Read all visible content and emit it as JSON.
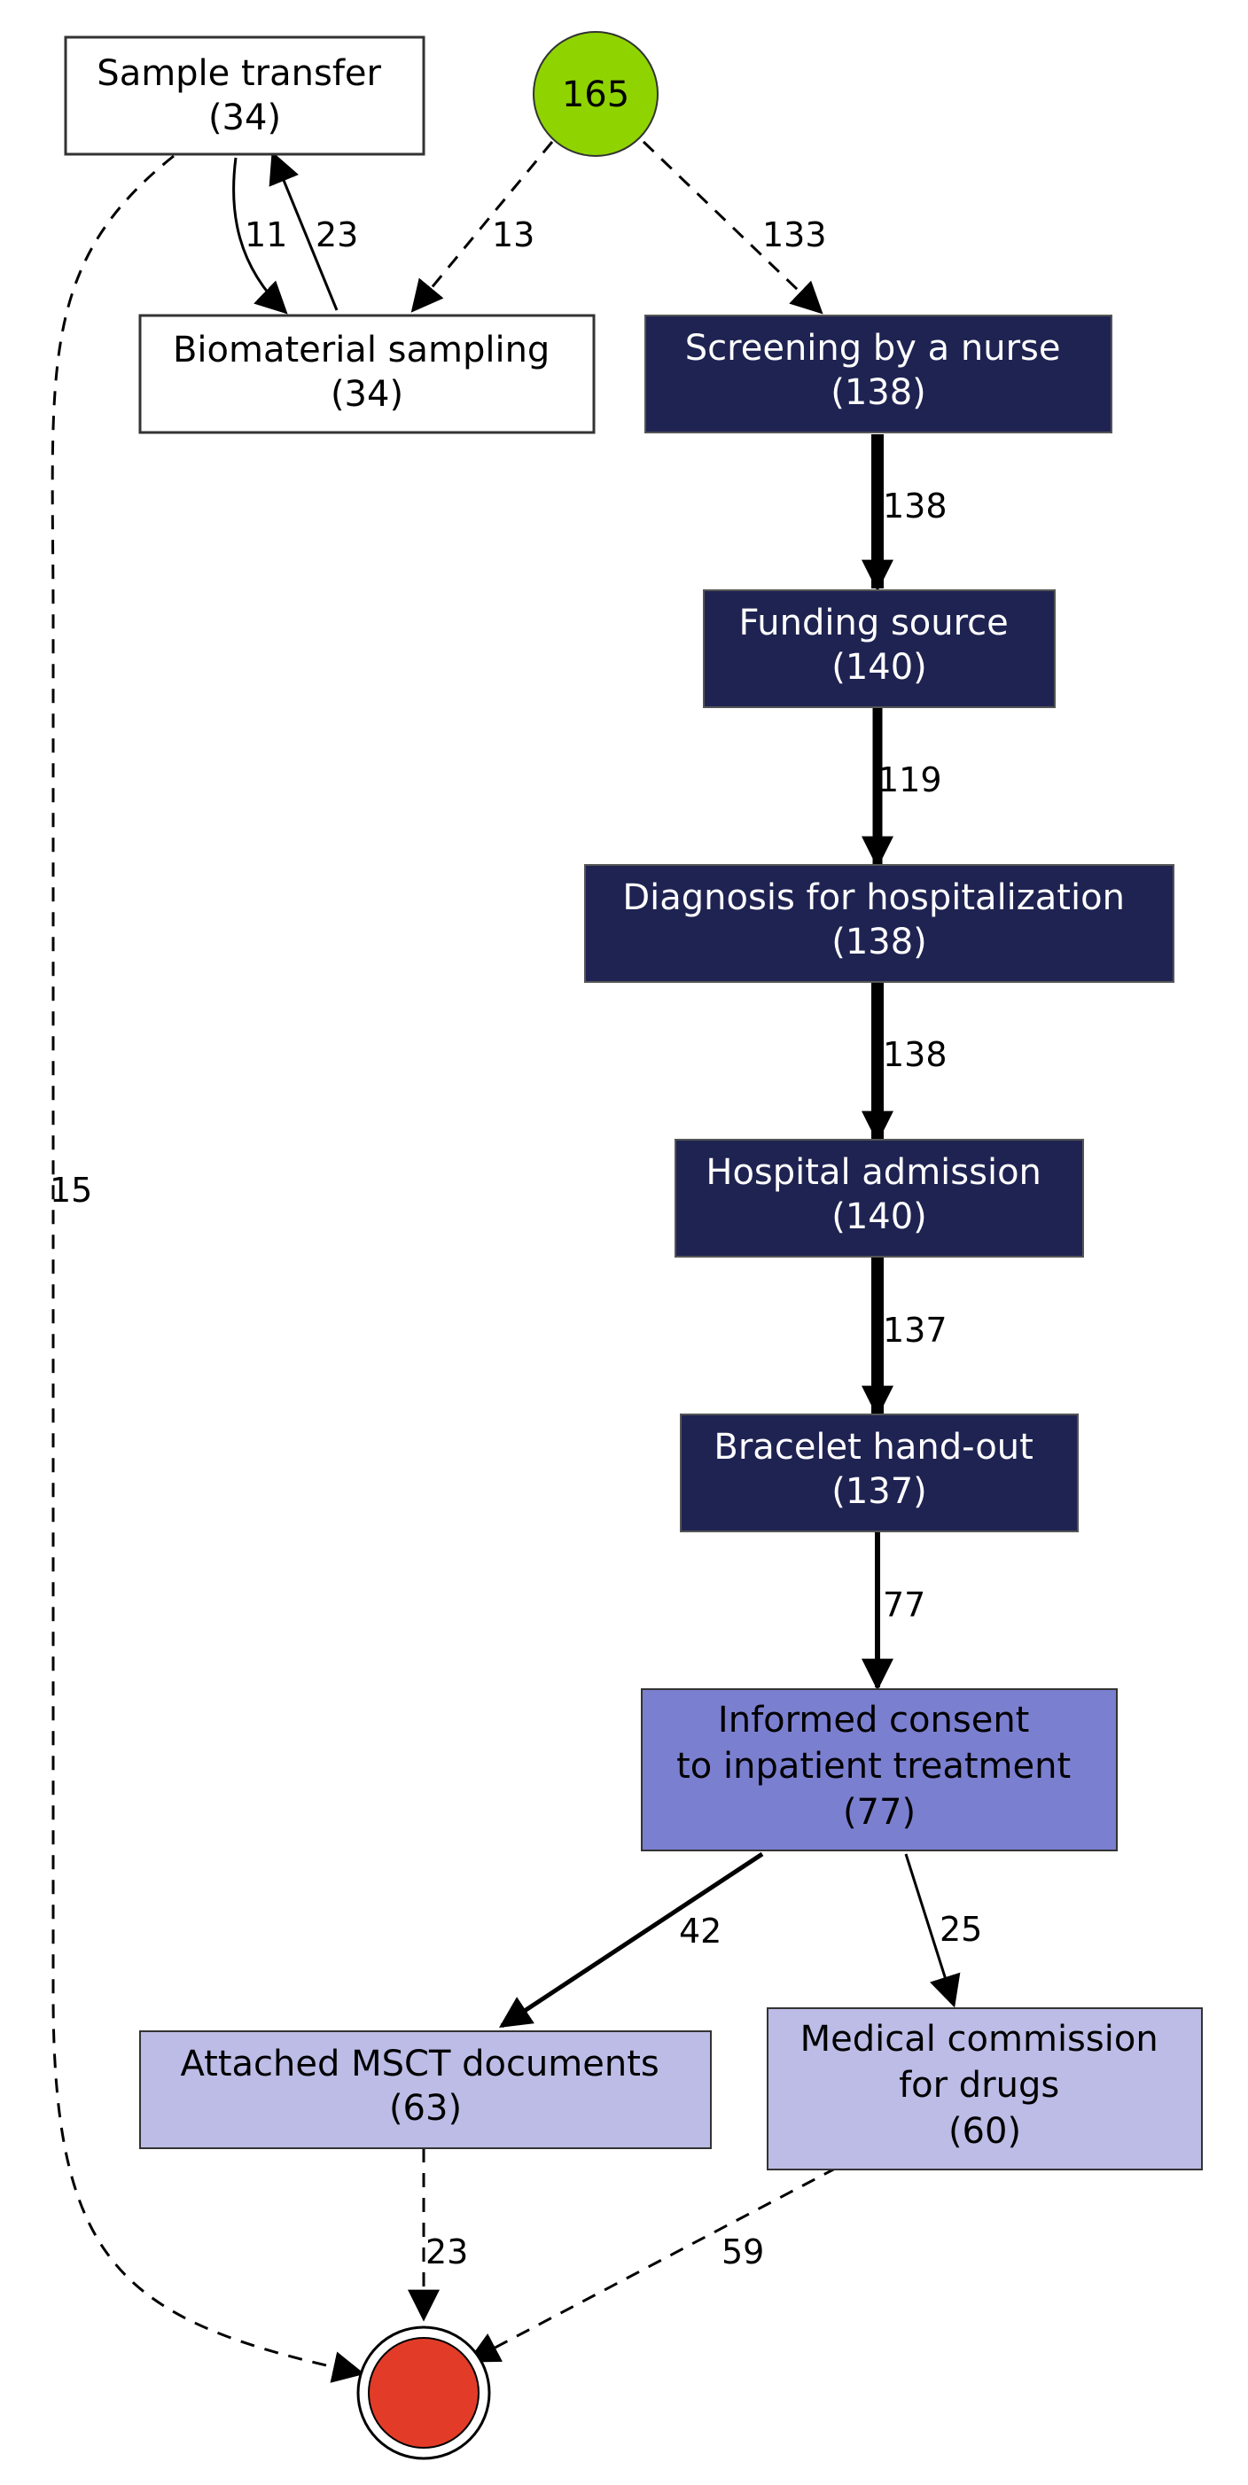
{
  "colors": {
    "dark_node": "#1f2352",
    "medium_node": "#7b7fcf",
    "light_node": "#bcbce6",
    "white_node": "#ffffff",
    "start_node": "#8fd400",
    "end_node": "#e23c28",
    "edge": "#000000"
  },
  "start": {
    "count": "165"
  },
  "nodes": {
    "sample_transfer": {
      "lines": [
        "Sample transfer",
        "(34)"
      ]
    },
    "biomaterial_sampling": {
      "lines": [
        "Biomaterial sampling",
        "(34)"
      ]
    },
    "screening_nurse": {
      "lines": [
        "Screening by a nurse",
        "(138)"
      ]
    },
    "funding_source": {
      "lines": [
        "Funding source",
        "(140)"
      ]
    },
    "diagnosis_hospitalization": {
      "lines": [
        "Diagnosis for hospitalization",
        "(138)"
      ]
    },
    "hospital_admission": {
      "lines": [
        "Hospital admission",
        "(140)"
      ]
    },
    "bracelet_handout": {
      "lines": [
        "Bracelet hand-out",
        "(137)"
      ]
    },
    "informed_consent": {
      "lines": [
        "Informed consent",
        "to inpatient treatment",
        "(77)"
      ]
    },
    "attached_msct": {
      "lines": [
        "Attached MSCT documents",
        "(63)"
      ]
    },
    "medical_commission": {
      "lines": [
        "Medical commission",
        "for drugs",
        "(60)"
      ]
    }
  },
  "edges": {
    "start_to_biomaterial": "13",
    "start_to_screening": "133",
    "sample_to_biomaterial": "11",
    "biomaterial_to_sample": "23",
    "sample_to_end": "15",
    "screening_to_funding": "138",
    "funding_to_diagnosis": "119",
    "diagnosis_to_admission": "138",
    "admission_to_bracelet": "137",
    "bracelet_to_consent": "77",
    "consent_to_msct": "42",
    "consent_to_commission": "25",
    "msct_to_end": "23",
    "commission_to_end": "59"
  }
}
